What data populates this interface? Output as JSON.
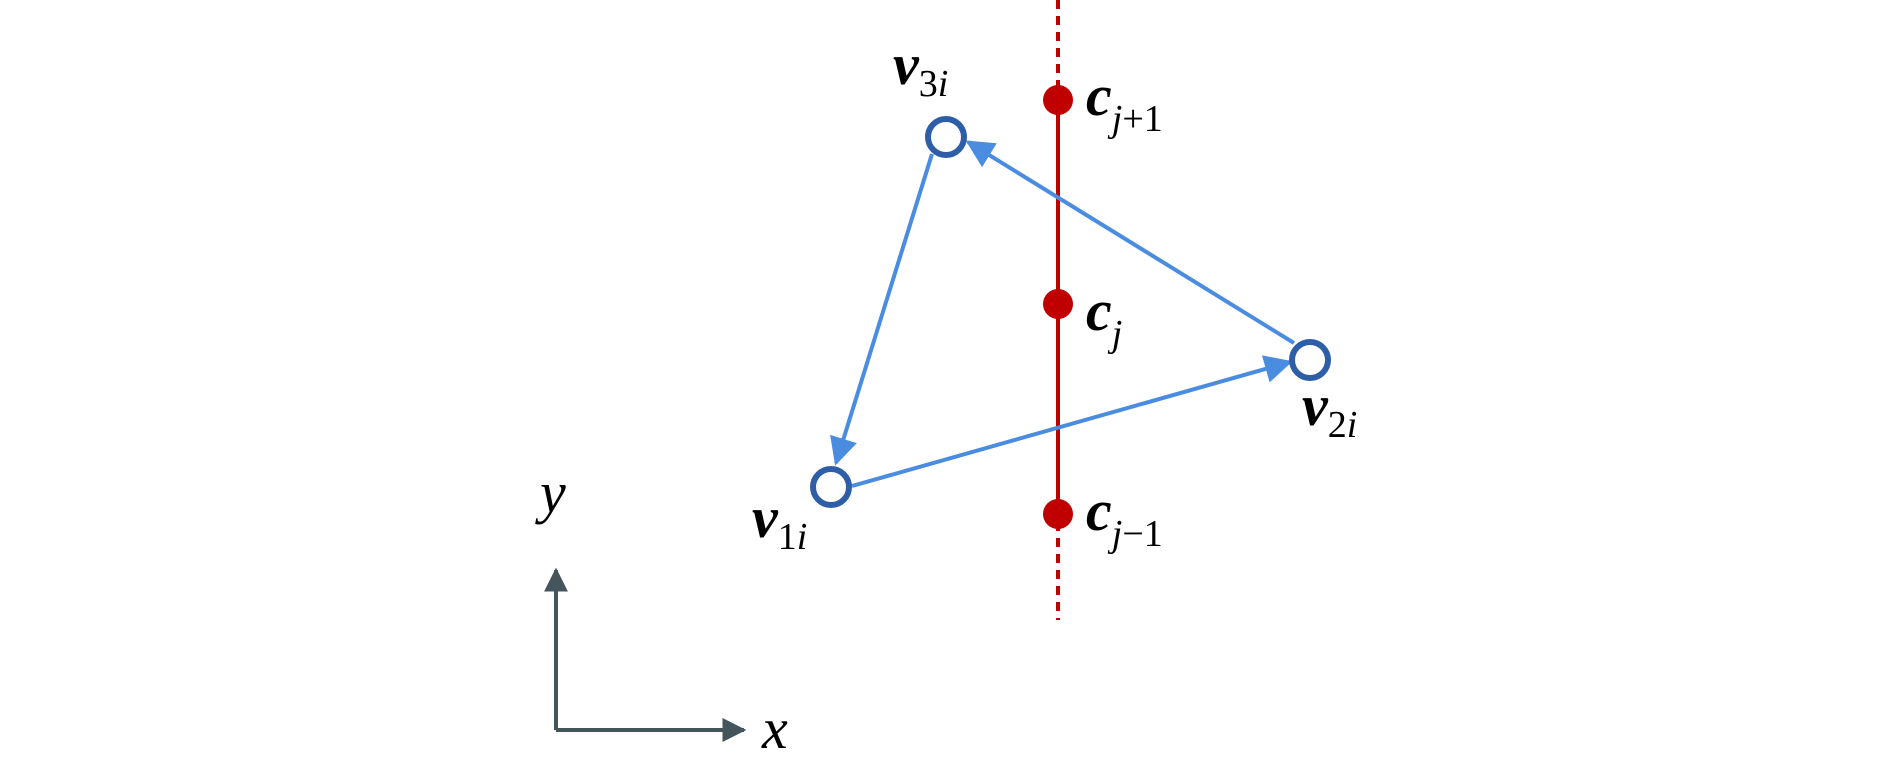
{
  "diagram": {
    "colors": {
      "triangle_edge": "#4a8ce0",
      "vertex_stroke": "#2f5ea8",
      "centerline": "#c00000",
      "axis": "#44555c",
      "text": "#000000"
    },
    "vertices": [
      {
        "id": "v1",
        "symbol": "v",
        "sub_num": "1",
        "sub_var": "i"
      },
      {
        "id": "v2",
        "symbol": "v",
        "sub_num": "2",
        "sub_var": "i"
      },
      {
        "id": "v3",
        "symbol": "v",
        "sub_num": "3",
        "sub_var": "i"
      }
    ],
    "centers": [
      {
        "id": "c_next",
        "symbol": "c",
        "sub_var": "j",
        "sub_rest": "+1"
      },
      {
        "id": "c_curr",
        "symbol": "c",
        "sub_var": "j",
        "sub_rest": ""
      },
      {
        "id": "c_prev",
        "symbol": "c",
        "sub_var": "j",
        "sub_rest": "−1"
      }
    ],
    "edges": [
      {
        "from": "v1",
        "to": "v2"
      },
      {
        "from": "v2",
        "to": "v3"
      },
      {
        "from": "v3",
        "to": "v1"
      }
    ],
    "axes": {
      "x_label": "x",
      "y_label": "y"
    }
  }
}
